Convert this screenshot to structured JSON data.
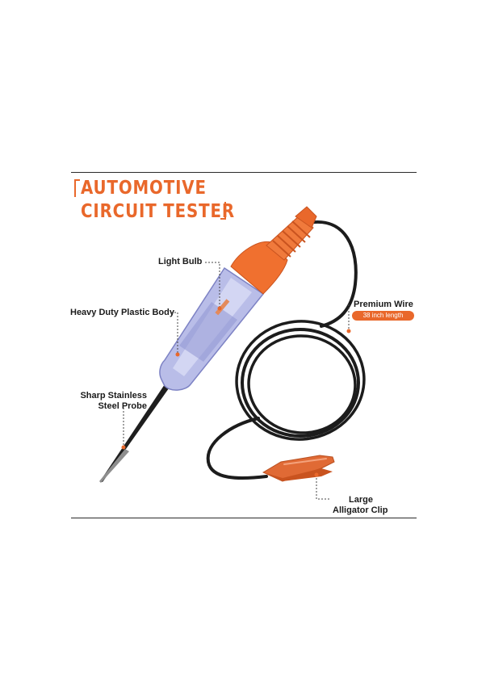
{
  "title": {
    "line1": "AUTOMOTIVE",
    "line2": "CIRCUIT TESTER"
  },
  "callouts": {
    "light_bulb": "Light Bulb",
    "plastic_body": "Heavy Duty Plastic Body",
    "probe_line1": "Sharp Stainless",
    "probe_line2": "Steel Probe",
    "wire": "Premium Wire",
    "wire_length": "38 inch length",
    "clip_line1": "Large",
    "clip_line2": "Alligator Clip"
  },
  "colors": {
    "accent": "#e9682b",
    "wire": "#1c1c1c",
    "body": "#b9bde8"
  }
}
